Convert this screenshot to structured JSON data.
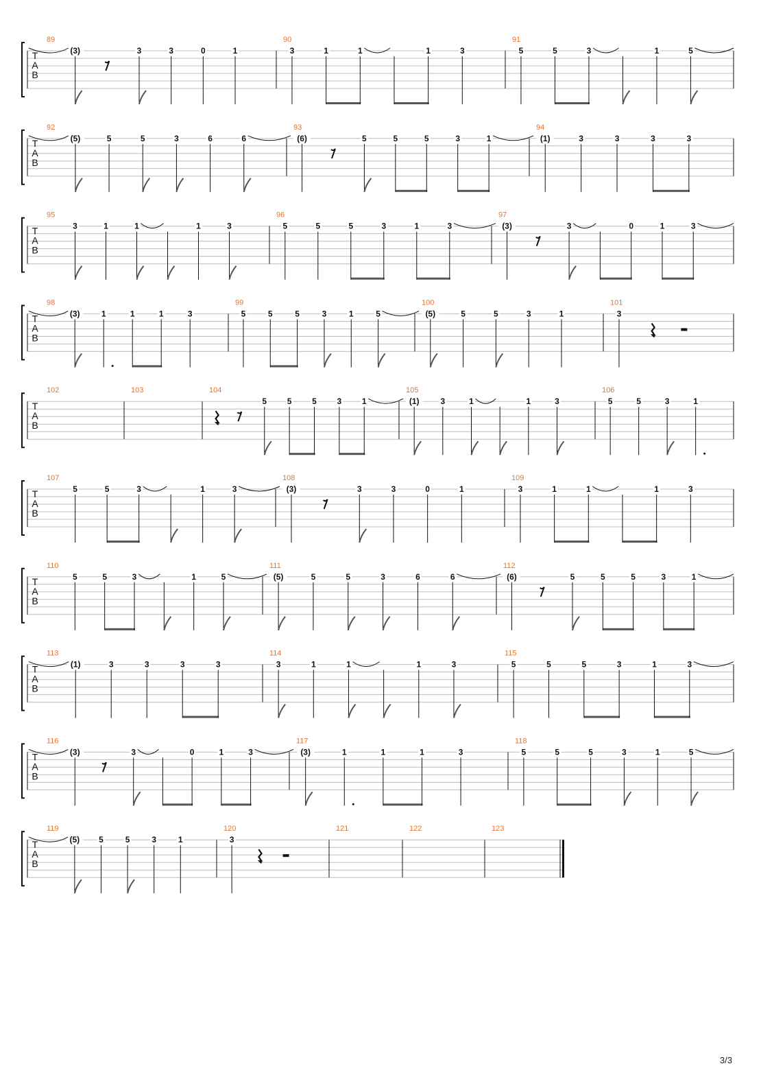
{
  "document": {
    "type": "guitar-tablature",
    "page_label": "3/3",
    "string_labels": [
      "T",
      "A",
      "B"
    ],
    "strings_per_staff": 6,
    "colors": {
      "measure_number": "#e8742a",
      "ink": "#111111",
      "staff_line": "#bdbdbd",
      "beam": "#555555"
    }
  },
  "systems": [
    {
      "measures": [
        {
          "number": "89",
          "events": [
            {
              "fret": "(3)",
              "stem": "flag",
              "tie_in": true
            },
            {
              "rest": "eighth"
            },
            {
              "fret": "3",
              "stem": "flag"
            },
            {
              "fret": "3",
              "stem": "plain"
            },
            {
              "fret": "0",
              "stem": "plain"
            },
            {
              "fret": "1",
              "stem": "plain"
            }
          ]
        },
        {
          "number": "90",
          "events": [
            {
              "fret": "3",
              "stem": "plain"
            },
            {
              "fret": "1",
              "stem": "beam"
            },
            {
              "fret": "1",
              "stem": "beam",
              "tie": true
            },
            {
              "fret": "",
              "stem": "beam"
            },
            {
              "fret": "1",
              "stem": "beam"
            },
            {
              "fret": "3",
              "stem": "plain"
            }
          ]
        },
        {
          "number": "91",
          "events": [
            {
              "fret": "5",
              "stem": "plain"
            },
            {
              "fret": "5",
              "stem": "beam"
            },
            {
              "fret": "3",
              "stem": "beam",
              "tie": true
            },
            {
              "fret": "",
              "stem": "flag"
            },
            {
              "fret": "1",
              "stem": "plain"
            },
            {
              "fret": "5",
              "stem": "flag",
              "tie_out": true
            }
          ]
        }
      ]
    },
    {
      "measures": [
        {
          "number": "92",
          "events": [
            {
              "fret": "(5)",
              "stem": "flag",
              "tie_in": true
            },
            {
              "fret": "5",
              "stem": "plain"
            },
            {
              "fret": "5",
              "stem": "flag"
            },
            {
              "fret": "3",
              "stem": "flag"
            },
            {
              "fret": "6",
              "stem": "plain"
            },
            {
              "fret": "6",
              "stem": "flag",
              "tie": true
            }
          ]
        },
        {
          "number": "93",
          "events": [
            {
              "fret": "(6)",
              "stem": "plain"
            },
            {
              "rest": "eighth"
            },
            {
              "fret": "5",
              "stem": "flag"
            },
            {
              "fret": "5",
              "stem": "beam"
            },
            {
              "fret": "5",
              "stem": "beam"
            },
            {
              "fret": "3",
              "stem": "beam"
            },
            {
              "fret": "1",
              "stem": "beam",
              "tie": true
            }
          ]
        },
        {
          "number": "94",
          "events": [
            {
              "fret": "(1)",
              "stem": "plain"
            },
            {
              "fret": "3",
              "stem": "plain"
            },
            {
              "fret": "3",
              "stem": "plain"
            },
            {
              "fret": "3",
              "stem": "beam"
            },
            {
              "fret": "3",
              "stem": "beam"
            }
          ]
        }
      ]
    },
    {
      "measures": [
        {
          "number": "95",
          "events": [
            {
              "fret": "3",
              "stem": "flag"
            },
            {
              "fret": "1",
              "stem": "plain"
            },
            {
              "fret": "1",
              "stem": "flag",
              "tie": true
            },
            {
              "fret": "",
              "stem": "flag"
            },
            {
              "fret": "1",
              "stem": "plain"
            },
            {
              "fret": "3",
              "stem": "flag"
            }
          ]
        },
        {
          "number": "96",
          "events": [
            {
              "fret": "5",
              "stem": "plain"
            },
            {
              "fret": "5",
              "stem": "plain"
            },
            {
              "fret": "5",
              "stem": "beam"
            },
            {
              "fret": "3",
              "stem": "beam"
            },
            {
              "fret": "1",
              "stem": "beam"
            },
            {
              "fret": "3",
              "stem": "beam",
              "tie": true
            }
          ]
        },
        {
          "number": "97",
          "events": [
            {
              "fret": "(3)",
              "stem": "plain"
            },
            {
              "rest": "eighth"
            },
            {
              "fret": "3",
              "stem": "flag",
              "tie": true
            },
            {
              "fret": "",
              "stem": "beam"
            },
            {
              "fret": "0",
              "stem": "beam"
            },
            {
              "fret": "1",
              "stem": "beam"
            },
            {
              "fret": "3",
              "stem": "beam",
              "tie_out": true
            }
          ]
        }
      ]
    },
    {
      "measures": [
        {
          "number": "98",
          "events": [
            {
              "fret": "(3)",
              "stem": "flag",
              "tie_in": true
            },
            {
              "fret": "1",
              "stem": "dot"
            },
            {
              "fret": "1",
              "stem": "beam"
            },
            {
              "fret": "1",
              "stem": "beam"
            },
            {
              "fret": "3",
              "stem": "plain"
            }
          ]
        },
        {
          "number": "99",
          "events": [
            {
              "fret": "5",
              "stem": "plain"
            },
            {
              "fret": "5",
              "stem": "beam"
            },
            {
              "fret": "5",
              "stem": "beam"
            },
            {
              "fret": "3",
              "stem": "flag"
            },
            {
              "fret": "1",
              "stem": "plain"
            },
            {
              "fret": "5",
              "stem": "flag",
              "tie": true
            }
          ]
        },
        {
          "number": "100",
          "events": [
            {
              "fret": "(5)",
              "stem": "flag"
            },
            {
              "fret": "5",
              "stem": "plain"
            },
            {
              "fret": "5",
              "stem": "flag"
            },
            {
              "fret": "3",
              "stem": "plain"
            },
            {
              "fret": "1",
              "stem": "plain"
            }
          ]
        },
        {
          "number": "101",
          "events": [
            {
              "fret": "3",
              "stem": "plain"
            },
            {
              "rest": "quarter"
            },
            {
              "rest": "half"
            }
          ]
        }
      ]
    },
    {
      "measures": [
        {
          "number": "102",
          "events": []
        },
        {
          "number": "103",
          "events": []
        },
        {
          "number": "104",
          "events": [
            {
              "rest": "quarter"
            },
            {
              "rest": "eighth"
            },
            {
              "fret": "5",
              "stem": "flag"
            },
            {
              "fret": "5",
              "stem": "beam"
            },
            {
              "fret": "5",
              "stem": "beam"
            },
            {
              "fret": "3",
              "stem": "beam"
            },
            {
              "fret": "1",
              "stem": "beam",
              "tie": true
            }
          ]
        },
        {
          "number": "105",
          "events": [
            {
              "fret": "(1)",
              "stem": "flag"
            },
            {
              "fret": "3",
              "stem": "plain"
            },
            {
              "fret": "1",
              "stem": "flag",
              "tie": true
            },
            {
              "fret": "",
              "stem": "flag"
            },
            {
              "fret": "1",
              "stem": "plain"
            },
            {
              "fret": "3",
              "stem": "flag"
            }
          ]
        },
        {
          "number": "106",
          "events": [
            {
              "fret": "5",
              "stem": "plain"
            },
            {
              "fret": "5",
              "stem": "plain"
            },
            {
              "fret": "3",
              "stem": "flag"
            },
            {
              "fret": "1",
              "stem": "dot"
            }
          ]
        }
      ]
    },
    {
      "measures": [
        {
          "number": "107",
          "events": [
            {
              "fret": "5",
              "stem": "plain"
            },
            {
              "fret": "5",
              "stem": "beam"
            },
            {
              "fret": "3",
              "stem": "beam",
              "tie": true
            },
            {
              "fret": "",
              "stem": "flag"
            },
            {
              "fret": "1",
              "stem": "plain"
            },
            {
              "fret": "3",
              "stem": "flag",
              "tie": true
            }
          ]
        },
        {
          "number": "108",
          "events": [
            {
              "fret": "(3)",
              "stem": "plain"
            },
            {
              "rest": "eighth"
            },
            {
              "fret": "3",
              "stem": "flag"
            },
            {
              "fret": "3",
              "stem": "plain"
            },
            {
              "fret": "0",
              "stem": "plain"
            },
            {
              "fret": "1",
              "stem": "plain"
            }
          ]
        },
        {
          "number": "109",
          "events": [
            {
              "fret": "3",
              "stem": "plain"
            },
            {
              "fret": "1",
              "stem": "beam"
            },
            {
              "fret": "1",
              "stem": "beam",
              "tie": true
            },
            {
              "fret": "",
              "stem": "beam"
            },
            {
              "fret": "1",
              "stem": "beam"
            },
            {
              "fret": "3",
              "stem": "plain"
            }
          ]
        }
      ]
    },
    {
      "measures": [
        {
          "number": "110",
          "events": [
            {
              "fret": "5",
              "stem": "plain"
            },
            {
              "fret": "5",
              "stem": "beam"
            },
            {
              "fret": "3",
              "stem": "beam",
              "tie": true
            },
            {
              "fret": "",
              "stem": "flag"
            },
            {
              "fret": "1",
              "stem": "plain"
            },
            {
              "fret": "5",
              "stem": "flag",
              "tie": true
            }
          ]
        },
        {
          "number": "111",
          "events": [
            {
              "fret": "(5)",
              "stem": "flag"
            },
            {
              "fret": "5",
              "stem": "plain"
            },
            {
              "fret": "5",
              "stem": "flag"
            },
            {
              "fret": "3",
              "stem": "flag"
            },
            {
              "fret": "6",
              "stem": "plain"
            },
            {
              "fret": "6",
              "stem": "flag",
              "tie": true
            }
          ]
        },
        {
          "number": "112",
          "events": [
            {
              "fret": "(6)",
              "stem": "plain"
            },
            {
              "rest": "eighth"
            },
            {
              "fret": "5",
              "stem": "flag"
            },
            {
              "fret": "5",
              "stem": "beam"
            },
            {
              "fret": "5",
              "stem": "beam"
            },
            {
              "fret": "3",
              "stem": "beam"
            },
            {
              "fret": "1",
              "stem": "beam",
              "tie_out": true
            }
          ]
        }
      ]
    },
    {
      "measures": [
        {
          "number": "113",
          "events": [
            {
              "fret": "(1)",
              "stem": "plain",
              "tie_in": true
            },
            {
              "fret": "3",
              "stem": "plain"
            },
            {
              "fret": "3",
              "stem": "plain"
            },
            {
              "fret": "3",
              "stem": "beam"
            },
            {
              "fret": "3",
              "stem": "beam"
            }
          ]
        },
        {
          "number": "114",
          "events": [
            {
              "fret": "3",
              "stem": "flag"
            },
            {
              "fret": "1",
              "stem": "plain"
            },
            {
              "fret": "1",
              "stem": "flag",
              "tie": true
            },
            {
              "fret": "",
              "stem": "flag"
            },
            {
              "fret": "1",
              "stem": "plain"
            },
            {
              "fret": "3",
              "stem": "flag"
            }
          ]
        },
        {
          "number": "115",
          "events": [
            {
              "fret": "5",
              "stem": "plain"
            },
            {
              "fret": "5",
              "stem": "plain"
            },
            {
              "fret": "5",
              "stem": "beam"
            },
            {
              "fret": "3",
              "stem": "beam"
            },
            {
              "fret": "1",
              "stem": "beam"
            },
            {
              "fret": "3",
              "stem": "beam",
              "tie_out": true
            }
          ]
        }
      ]
    },
    {
      "measures": [
        {
          "number": "116",
          "events": [
            {
              "fret": "(3)",
              "stem": "plain",
              "tie_in": true
            },
            {
              "rest": "eighth"
            },
            {
              "fret": "3",
              "stem": "flag",
              "tie": true
            },
            {
              "fret": "",
              "stem": "beam"
            },
            {
              "fret": "0",
              "stem": "beam"
            },
            {
              "fret": "1",
              "stem": "beam"
            },
            {
              "fret": "3",
              "stem": "beam",
              "tie": true
            }
          ]
        },
        {
          "number": "117",
          "events": [
            {
              "fret": "(3)",
              "stem": "flag"
            },
            {
              "fret": "1",
              "stem": "dot"
            },
            {
              "fret": "1",
              "stem": "beam"
            },
            {
              "fret": "1",
              "stem": "beam"
            },
            {
              "fret": "3",
              "stem": "plain"
            }
          ]
        },
        {
          "number": "118",
          "events": [
            {
              "fret": "5",
              "stem": "plain"
            },
            {
              "fret": "5",
              "stem": "beam"
            },
            {
              "fret": "5",
              "stem": "beam"
            },
            {
              "fret": "3",
              "stem": "flag"
            },
            {
              "fret": "1",
              "stem": "plain"
            },
            {
              "fret": "5",
              "stem": "flag",
              "tie_out": true
            }
          ]
        }
      ]
    },
    {
      "final": true,
      "measures": [
        {
          "number": "119",
          "events": [
            {
              "fret": "(5)",
              "stem": "flag",
              "tie_in": true
            },
            {
              "fret": "5",
              "stem": "plain"
            },
            {
              "fret": "5",
              "stem": "flag"
            },
            {
              "fret": "3",
              "stem": "plain"
            },
            {
              "fret": "1",
              "stem": "plain"
            }
          ]
        },
        {
          "number": "120",
          "events": [
            {
              "fret": "3",
              "stem": "plain"
            },
            {
              "rest": "quarter"
            },
            {
              "rest": "half"
            }
          ]
        },
        {
          "number": "121",
          "events": []
        },
        {
          "number": "122",
          "events": []
        },
        {
          "number": "123",
          "events": []
        }
      ]
    }
  ]
}
